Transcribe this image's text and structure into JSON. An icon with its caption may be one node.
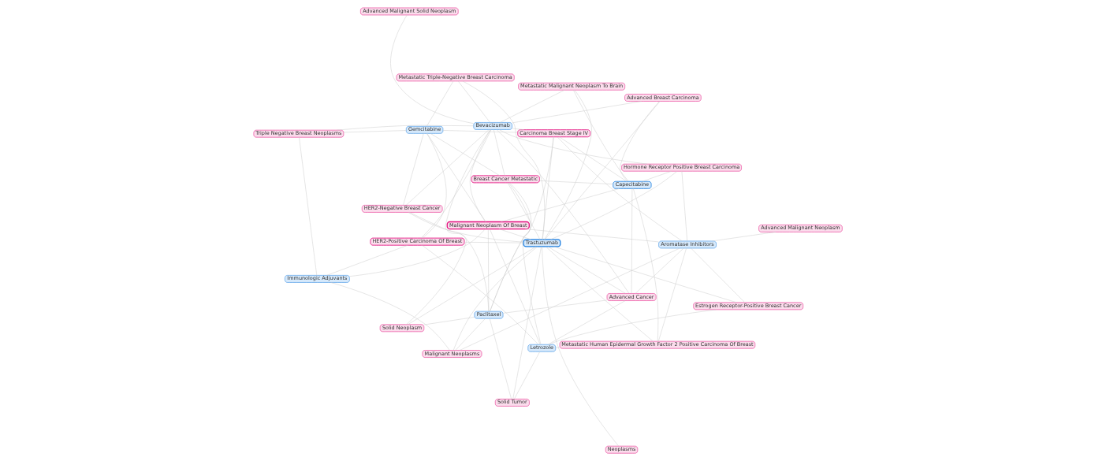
{
  "diagram": {
    "nodes": [
      {
        "text": [
          "Metastatic Malignant Neoplasm To Brain"
        ]
      },
      {
        "text": [
          "Solid Neoplasm"
        ]
      },
      {
        "text": [
          "HER2-Negative Breast Cancer"
        ]
      },
      {
        "text": [
          "Advanced Malignant Solid Neoplasm"
        ]
      },
      {
        "text": [
          "Bevacizumab"
        ]
      },
      {
        "text": [
          "Triple Negative Breast Neoplasms"
        ]
      },
      {
        "text": [
          "Advanced Cancer"
        ]
      },
      {
        "text": [
          "Advanced Breast Carcinoma"
        ]
      },
      {
        "text": [
          "Gemcitabine"
        ]
      },
      {
        "text": [
          "Letrozole"
        ]
      },
      {
        "text": [
          "Carcinoma Breast Stage IV"
        ]
      },
      {
        "text": [
          "Solid Tumor"
        ]
      },
      {
        "text": [
          "Breast Cancer Metastatic"
        ]
      },
      {
        "text": [
          "Capecitabine"
        ]
      },
      {
        "text": [
          "Paclitaxel"
        ]
      },
      {
        "text": [
          "HER2-Positive Carcinoma Of Breast"
        ]
      },
      {
        "text": [
          "Malignant Neoplasm Of Breast"
        ]
      },
      {
        "text": [
          "Trastuzumab"
        ]
      },
      {
        "text": [
          "Immunologic Adjuvants"
        ]
      },
      {
        "text": [
          "Metastatic Triple-Negative Breast Carcinoma"
        ]
      },
      {
        "text": [
          "Hormone Receptor Positive Breast Carcinoma"
        ]
      },
      {
        "text": [
          "Neoplasms"
        ]
      },
      {
        "text": [
          "Aromatase Inhibitors"
        ]
      },
      {
        "text": [
          "Metastatic Human Epidermal Growth Factor 2 Positive Carcinoma Of Breast"
        ]
      },
      {
        "text": [
          "Malignant Neoplasms"
        ]
      },
      {
        "text": [
          "Estrogen Receptor-Positive Breast Cancer"
        ]
      },
      {
        "text": [
          "Advanced Malignant Neoplasm"
        ]
      }
    ],
    "edges": [
      {
        "from": 4,
        "to": 1,
        "arrow": "none"
      },
      {
        "from": 4,
        "to": 3,
        "arrow": "none"
      },
      {
        "from": 4,
        "to": 6,
        "arrow": "none"
      },
      {
        "from": 4,
        "to": 0,
        "arrow": "none"
      },
      {
        "from": 4,
        "to": 2,
        "arrow": "none"
      },
      {
        "from": 4,
        "to": 5,
        "arrow": "none"
      },
      {
        "from": 4,
        "to": 10,
        "arrow": "none"
      },
      {
        "from": 4,
        "to": 12,
        "arrow": "none"
      },
      {
        "from": 4,
        "to": 16,
        "arrow": "none"
      },
      {
        "from": 4,
        "to": 7,
        "arrow": "none"
      },
      {
        "from": 4,
        "to": 15,
        "arrow": "none"
      },
      {
        "from": 4,
        "to": 20,
        "arrow": "none"
      },
      {
        "from": 4,
        "to": 19,
        "arrow": "none"
      },
      {
        "from": 17,
        "to": 1,
        "arrow": "none"
      },
      {
        "from": 17,
        "to": 6,
        "arrow": "none"
      },
      {
        "from": 17,
        "to": 11,
        "arrow": "none"
      },
      {
        "from": 17,
        "to": 21,
        "arrow": "none"
      },
      {
        "from": 17,
        "to": 0,
        "arrow": "none"
      },
      {
        "from": 17,
        "to": 10,
        "arrow": "none"
      },
      {
        "from": 17,
        "to": 12,
        "arrow": "none"
      },
      {
        "from": 17,
        "to": 16,
        "arrow": "none"
      },
      {
        "from": 17,
        "to": 15,
        "arrow": "none"
      },
      {
        "from": 17,
        "to": 2,
        "arrow": "none"
      },
      {
        "from": 17,
        "to": 23,
        "arrow": "none"
      },
      {
        "from": 17,
        "to": 25,
        "arrow": "none"
      },
      {
        "from": 17,
        "to": 24,
        "arrow": "none"
      },
      {
        "from": 17,
        "to": 20,
        "arrow": "none"
      },
      {
        "from": 17,
        "to": 19,
        "arrow": "none"
      },
      {
        "from": 17,
        "to": 7,
        "arrow": "none"
      },
      {
        "from": 9,
        "to": 6,
        "arrow": "none"
      },
      {
        "from": 9,
        "to": 11,
        "arrow": "none"
      },
      {
        "from": 9,
        "to": 16,
        "arrow": "none"
      },
      {
        "from": 9,
        "to": 15,
        "arrow": "none"
      },
      {
        "from": 9,
        "to": 25,
        "arrow": "none"
      },
      {
        "from": 9,
        "to": 23,
        "arrow": "none"
      },
      {
        "from": 9,
        "to": 12,
        "arrow": "none"
      },
      {
        "from": 14,
        "to": 1,
        "arrow": "none"
      },
      {
        "from": 14,
        "to": 6,
        "arrow": "none"
      },
      {
        "from": 14,
        "to": 11,
        "arrow": "none"
      },
      {
        "from": 14,
        "to": 12,
        "arrow": "none"
      },
      {
        "from": 14,
        "to": 16,
        "arrow": "none"
      },
      {
        "from": 14,
        "to": 2,
        "arrow": "none"
      },
      {
        "from": 14,
        "to": 10,
        "arrow": "none"
      },
      {
        "from": 14,
        "to": 24,
        "arrow": "none"
      },
      {
        "from": 13,
        "to": 6,
        "arrow": "none"
      },
      {
        "from": 13,
        "to": 12,
        "arrow": "none"
      },
      {
        "from": 13,
        "to": 10,
        "arrow": "none"
      },
      {
        "from": 13,
        "to": 16,
        "arrow": "none"
      },
      {
        "from": 13,
        "to": 7,
        "arrow": "none"
      },
      {
        "from": 13,
        "to": 20,
        "arrow": "none"
      },
      {
        "from": 13,
        "to": 23,
        "arrow": "none"
      },
      {
        "from": 13,
        "to": 0,
        "arrow": "none"
      },
      {
        "from": 8,
        "to": 2,
        "arrow": "none"
      },
      {
        "from": 8,
        "to": 5,
        "arrow": "none"
      },
      {
        "from": 8,
        "to": 10,
        "arrow": "none"
      },
      {
        "from": 8,
        "to": 12,
        "arrow": "none"
      },
      {
        "from": 8,
        "to": 16,
        "arrow": "none"
      },
      {
        "from": 8,
        "to": 15,
        "arrow": "none"
      },
      {
        "from": 8,
        "to": 19,
        "arrow": "none"
      },
      {
        "from": 22,
        "to": 26,
        "arrow": "none"
      },
      {
        "from": 22,
        "to": 10,
        "arrow": "none"
      },
      {
        "from": 22,
        "to": 16,
        "arrow": "none"
      },
      {
        "from": 22,
        "to": 23,
        "arrow": "none"
      },
      {
        "from": 22,
        "to": 25,
        "arrow": "none"
      },
      {
        "from": 22,
        "to": 24,
        "arrow": "none"
      },
      {
        "from": 22,
        "to": 20,
        "arrow": "none"
      },
      {
        "from": 22,
        "to": 6,
        "arrow": "none"
      },
      {
        "from": 18,
        "to": 5,
        "arrow": "none"
      },
      {
        "from": 18,
        "to": 16,
        "arrow": "none"
      },
      {
        "from": 18,
        "to": 24,
        "arrow": "none"
      },
      {
        "from": 18,
        "to": 15,
        "arrow": "none"
      }
    ]
  }
}
